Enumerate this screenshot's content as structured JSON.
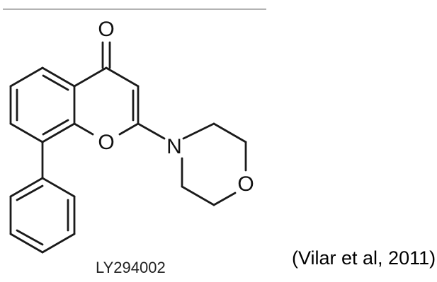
{
  "figure": {
    "atoms": {
      "carbonyl_oxygen": "O",
      "ring_oxygen": "O",
      "morpholine_nitrogen": "N",
      "morpholine_oxygen": "O"
    },
    "compound_name": "LY294002",
    "citation": "(Vilar et al, 2011)"
  },
  "colors": {
    "bond": "#1a1a1a",
    "text": "#111111",
    "rule": "#9a9a9a"
  }
}
